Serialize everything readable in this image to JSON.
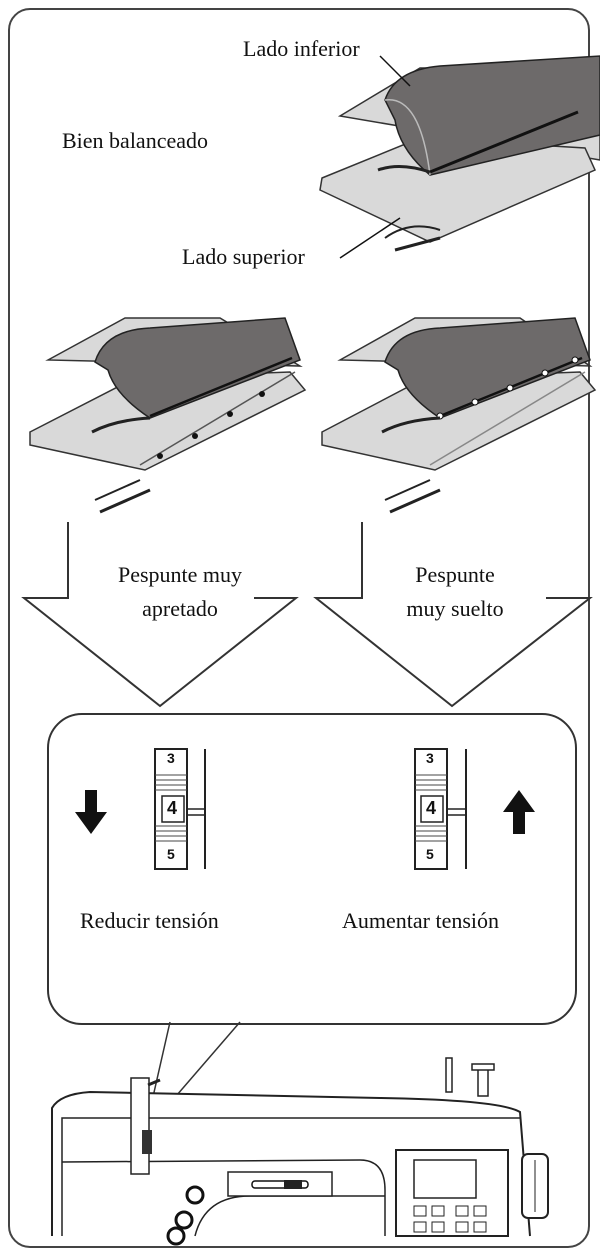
{
  "balanced": {
    "title": "Bien balanceado",
    "bottom_side": "Lado inferior",
    "top_side": "Lado superior"
  },
  "too_tight": {
    "line1": "Pespunte muy",
    "line2": "apretado"
  },
  "too_loose": {
    "line1": "Pespunte",
    "line2": "muy suelto"
  },
  "dial_left": {
    "numbers": [
      "3",
      "4",
      "5"
    ],
    "caption": "Reducir tensión",
    "arrow": "down-arrow-icon"
  },
  "dial_right": {
    "numbers": [
      "3",
      "4",
      "5"
    ],
    "caption": "Aumentar tensión",
    "arrow": "up-arrow-icon"
  },
  "colors": {
    "fabric_dark": "#6d6a6a",
    "fabric_light": "#d9d9d9",
    "line": "#222222"
  }
}
